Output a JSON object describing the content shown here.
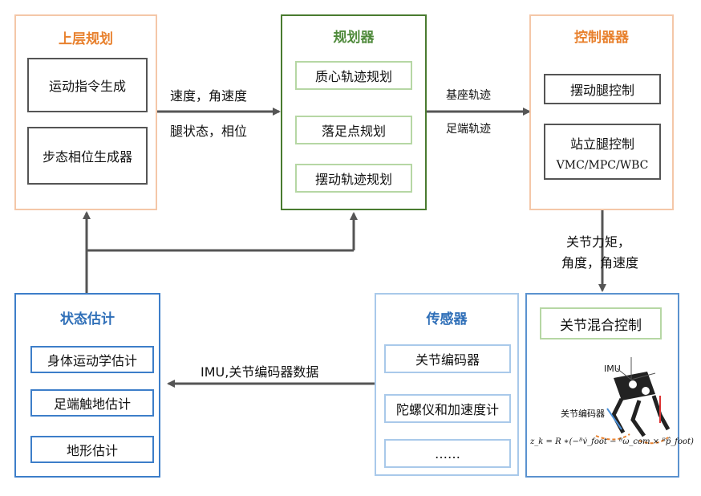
{
  "colors": {
    "upper": "#f4c7a8",
    "planner": "#4a7b30",
    "controller": "#f4c7a8",
    "state": "#3d7ec9",
    "sensor": "#a9c9ea",
    "hybrid": "#5b92cf",
    "arrow": "#555555",
    "title_orange": "#e8812e",
    "title_green": "#4f8a3b",
    "title_blue": "#2f6fb8"
  },
  "upper": {
    "title": "上层规划",
    "items": [
      "运动指令生成",
      "步态相位生成器"
    ]
  },
  "planner": {
    "title": "规划器",
    "items": [
      "质心轨迹规划",
      "落足点规划",
      "摆动轨迹规划"
    ]
  },
  "controller": {
    "title": "控制器器",
    "items": [
      "摆动腿控制",
      "站立腿控制"
    ],
    "sub": "VMC/MPC/WBC"
  },
  "state": {
    "title": "状态估计",
    "items": [
      "身体运动学估计",
      "足端触地估计",
      "地形估计"
    ]
  },
  "sensor": {
    "title": "传感器",
    "items": [
      "关节编码器",
      "陀螺仪和加速度计",
      "……"
    ]
  },
  "hybrid": {
    "title": "关节混合控制",
    "imu": "IMU",
    "encoder": "关节编码器",
    "formula": "z_k = R ∗(−ᴮv̇_foot − ᴮω_com × ᴮp̂_foot)"
  },
  "arrows": {
    "upper_planner_1": "速度，角速度",
    "upper_planner_2": "腿状态，相位",
    "planner_ctrl_1": "基座轨迹",
    "planner_ctrl_2": "足端轨迹",
    "ctrl_hybrid_1": "关节力矩，",
    "ctrl_hybrid_2": "角度，角速度",
    "sensor_state": "IMU,关节编码器数据"
  }
}
